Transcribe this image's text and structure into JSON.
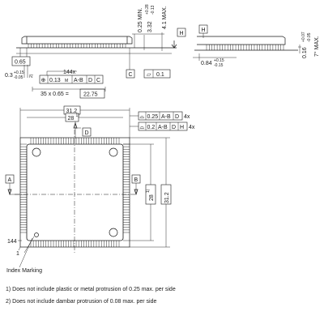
{
  "side_view": {
    "dim_height_min": "0.25 MIN.",
    "dim_height_mid_a": "3.32",
    "dim_height_mid_tol_plus": "+0.28",
    "dim_height_mid_tol_minus": "-0.13",
    "dim_height_max": "4.1 MAX.",
    "datum_h": "H",
    "datum_c": "C",
    "flat_symbol": "▱",
    "flat_value": "0.1",
    "lead_width": "0.65",
    "lead_thickness": "0.3",
    "lead_thickness_tol_plus": "+0.15",
    "lead_thickness_tol_minus": "-0.05",
    "lead_note": "2)",
    "pin_count": "144x",
    "position_tol_symbol": "⊕",
    "position_tol_value": "0.13",
    "position_tol_modifier": "M",
    "position_tol_datum_1": "A-B",
    "position_tol_datum_2": "D",
    "position_tol_datum_3": "C",
    "pitch": "35 x 0.65 = ",
    "pitch_total": "22.75"
  },
  "detail_view": {
    "datum_h": "H",
    "lead_length": "0.84",
    "lead_length_tol_plus": "+0.15",
    "lead_length_tol_minus": "-0.15",
    "lead_thickness": "0.16",
    "lead_thickness_tol_plus": "+0.07",
    "lead_thickness_tol_minus": "-0.05",
    "angle": "7° MAX."
  },
  "top_view": {
    "overall_width": "31.2",
    "body_width": "28",
    "body_width_note": "1)",
    "datum_d": "D",
    "datum_a": "A",
    "datum_b": "B",
    "profile_symbol": "⌓",
    "profile_1_value": "0.25",
    "profile_1_datum_1": "A-B",
    "profile_1_datum_2": "D",
    "profile_1_count": "4x",
    "profile_2_value": "0.2",
    "profile_2_datum_1": "A-B",
    "profile_2_datum_2": "D",
    "profile_2_datum_3": "H",
    "profile_2_count": "4x",
    "body_height": "28",
    "body_height_note": "1)",
    "overall_height": "31.2",
    "pin_1_label": "144",
    "pin_1_number": "1",
    "index_marking": "Index Marking"
  },
  "notes": [
    "1) Does not include plastic or metal protrusion of 0.25 max. per side",
    "2) Does not include dambar protrusion of 0.08 max. per side"
  ]
}
